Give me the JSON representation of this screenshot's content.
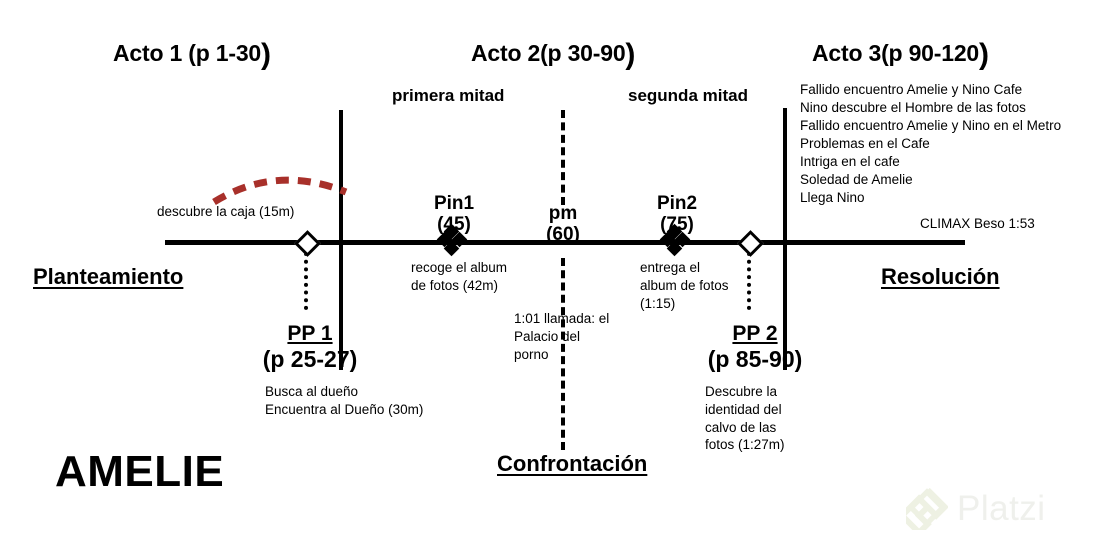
{
  "film": {
    "title": "AMELIE"
  },
  "acts": [
    {
      "label": "Acto 1 (p 1-30",
      "paren": ")"
    },
    {
      "label": "Acto 2(p 30-90",
      "paren": ")"
    },
    {
      "label": "Acto 3(p 90-120",
      "paren": ")"
    }
  ],
  "halves": [
    {
      "label": "primera mitad"
    },
    {
      "label": "segunda mitad"
    }
  ],
  "stages": [
    {
      "label": "Planteamiento"
    },
    {
      "label": "Confrontación"
    },
    {
      "label": "Resolución"
    }
  ],
  "pins": [
    {
      "name": "Pin1",
      "time": "(45)",
      "note": "recoge el album\nde fotos (42m)"
    },
    {
      "name": "Pin2",
      "time": "(75)",
      "note": "entrega el\nalbum de fotos\n(1:15)"
    }
  ],
  "midpoint": {
    "name": "pm",
    "time": "(60)",
    "note": "1:01 llamada: el\nPalacio del\nporno"
  },
  "plot_points": [
    {
      "title": "PP 1",
      "pages": "(p 25-27)",
      "note": "Busca al dueño\nEncuentra al Dueño (30m)"
    },
    {
      "title": "PP 2",
      "pages": "(p 85-90)",
      "note": "Descubre la\nidentidad del\ncalvo de las\nfotos (1:27m)"
    }
  ],
  "inciting_incident": {
    "note": "descubre la caja (15m)",
    "arc_color": "#A8302A"
  },
  "climax": {
    "label": "CLIMAX Beso 1:53"
  },
  "act3_events": [
    "Fallido encuentro Amelie y Nino Cafe",
    "Nino descubre el Hombre de las fotos",
    "Fallido encuentro Amelie y Nino en el Metro",
    "Problemas en el Cafe",
    "Intriga en el cafe",
    "Soledad de Amelie",
    "Llega Nino"
  ],
  "watermark": {
    "text": "Platzi",
    "logo_color": "#eef1e3",
    "text_color": "#eff0ec"
  }
}
